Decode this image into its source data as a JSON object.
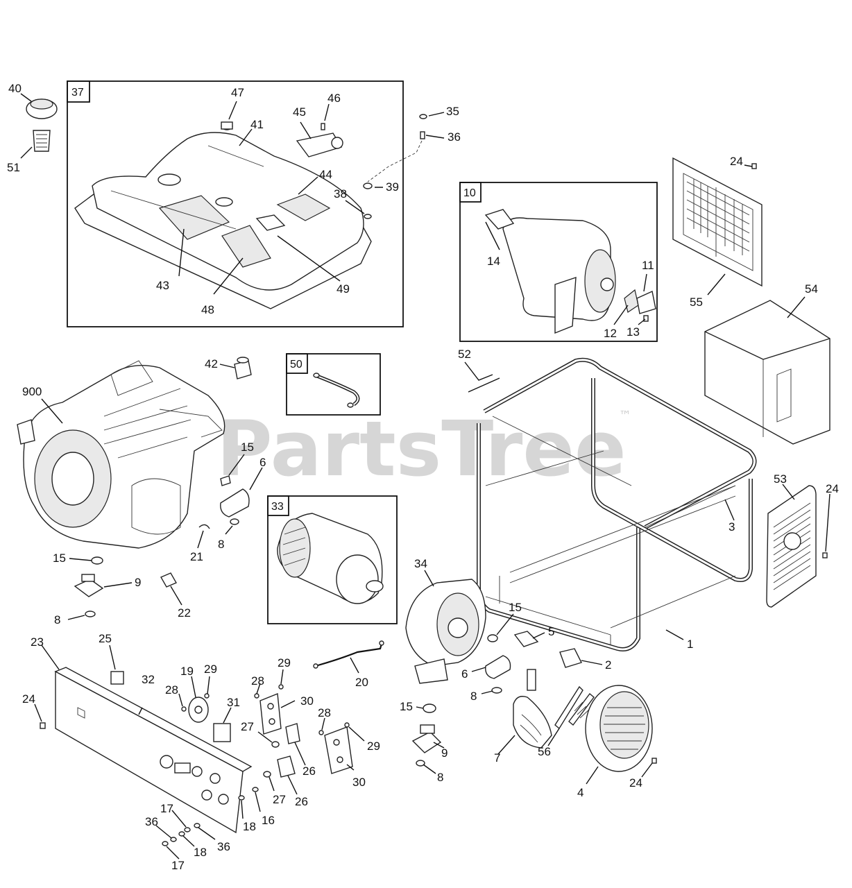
{
  "watermark": {
    "text": "PartsTree",
    "mark": "™"
  },
  "boxes": [
    {
      "number": "37"
    },
    {
      "number": "10"
    },
    {
      "number": "50"
    },
    {
      "number": "33"
    }
  ],
  "callouts": [
    "40",
    "51",
    "47",
    "46",
    "45",
    "41",
    "44",
    "43",
    "48",
    "49",
    "38",
    "39",
    "35",
    "36",
    "24",
    "10",
    "14",
    "11",
    "12",
    "13",
    "55",
    "54",
    "52",
    "900",
    "42",
    "50",
    "15",
    "6",
    "8",
    "21",
    "33",
    "34",
    "3",
    "53",
    "24",
    "15",
    "9",
    "8",
    "22",
    "1",
    "15",
    "5",
    "2",
    "6",
    "8",
    "23",
    "25",
    "32",
    "24",
    "19",
    "29",
    "28",
    "31",
    "29",
    "28",
    "30",
    "20",
    "27",
    "28",
    "29",
    "30",
    "26",
    "15",
    "9",
    "8",
    "7",
    "56",
    "4",
    "24",
    "27",
    "26",
    "17",
    "36",
    "18",
    "16",
    "18",
    "36",
    "17"
  ]
}
